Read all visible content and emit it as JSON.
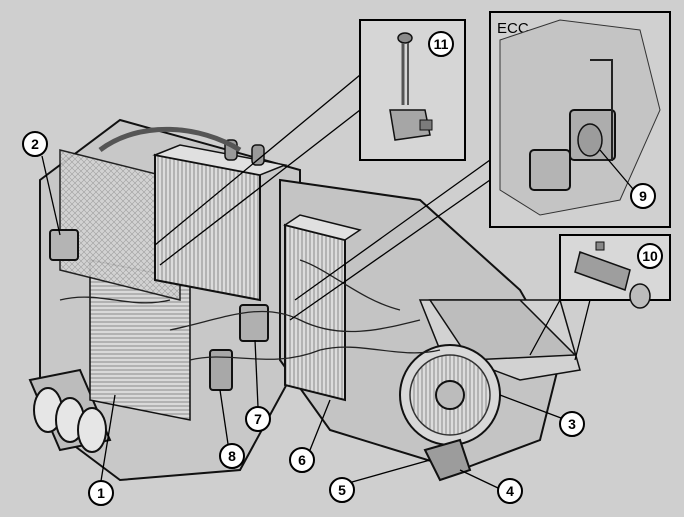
{
  "diagram": {
    "inset_ecc_label": "ECC",
    "callouts": [
      {
        "id": "1",
        "label": "1"
      },
      {
        "id": "2",
        "label": "2"
      },
      {
        "id": "3",
        "label": "3"
      },
      {
        "id": "4",
        "label": "4"
      },
      {
        "id": "5",
        "label": "5"
      },
      {
        "id": "6",
        "label": "6"
      },
      {
        "id": "7",
        "label": "7"
      },
      {
        "id": "8",
        "label": "8"
      },
      {
        "id": "9",
        "label": "9"
      },
      {
        "id": "10",
        "label": "10"
      },
      {
        "id": "11",
        "label": "11"
      }
    ]
  }
}
